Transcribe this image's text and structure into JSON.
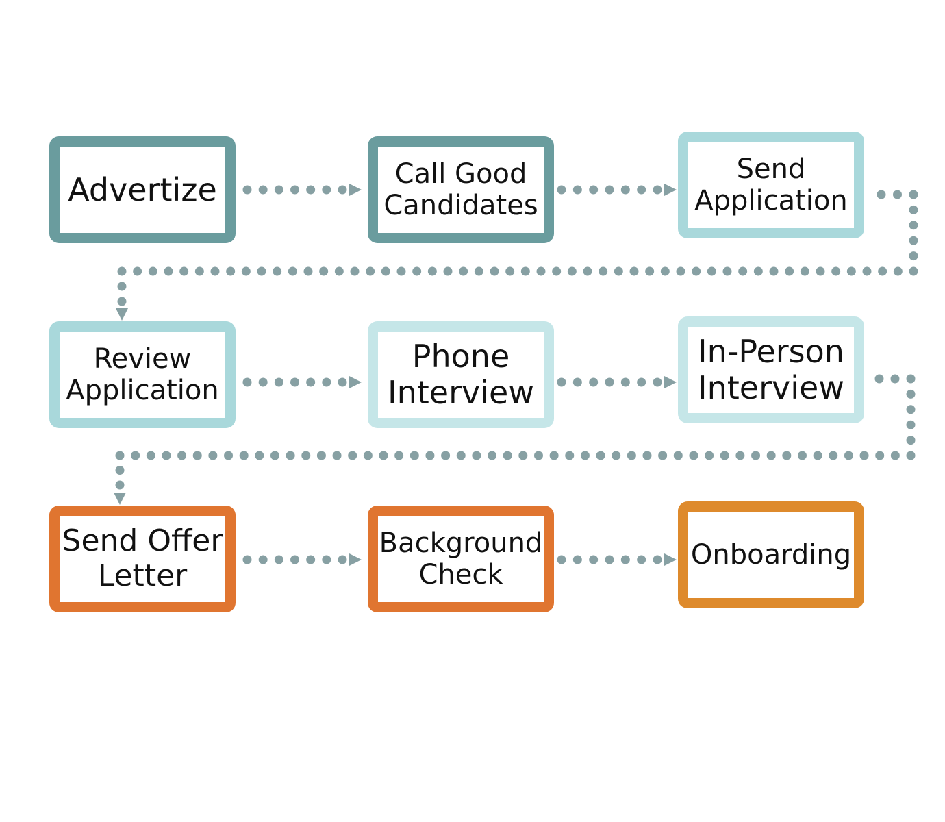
{
  "colors": {
    "dark_teal": "#6a9c9e",
    "light_teal": "#a9d8db",
    "pale_teal": "#c5e6e8",
    "orange": "#e07530",
    "amber": "#de8a2c",
    "connector": "#87a0a3"
  },
  "nodes": [
    {
      "id": "advertize",
      "label": "Advertize",
      "color_key": "dark_teal"
    },
    {
      "id": "call-good-candidates",
      "label": "Call Good\nCandidates",
      "color_key": "dark_teal"
    },
    {
      "id": "send-application",
      "label": "Send\nApplication",
      "color_key": "light_teal"
    },
    {
      "id": "review-application",
      "label": "Review\nApplication",
      "color_key": "light_teal"
    },
    {
      "id": "phone-interview",
      "label": "Phone\nInterview",
      "color_key": "pale_teal"
    },
    {
      "id": "in-person-interview",
      "label": "In-Person\nInterview",
      "color_key": "pale_teal"
    },
    {
      "id": "send-offer-letter",
      "label": "Send Offer\nLetter",
      "color_key": "orange"
    },
    {
      "id": "background-check",
      "label": "Background\nCheck",
      "color_key": "orange"
    },
    {
      "id": "onboarding",
      "label": "Onboarding",
      "color_key": "amber"
    }
  ],
  "edges": [
    {
      "from": "advertize",
      "to": "call-good-candidates"
    },
    {
      "from": "call-good-candidates",
      "to": "send-application"
    },
    {
      "from": "send-application",
      "to": "review-application"
    },
    {
      "from": "review-application",
      "to": "phone-interview"
    },
    {
      "from": "phone-interview",
      "to": "in-person-interview"
    },
    {
      "from": "in-person-interview",
      "to": "send-offer-letter"
    },
    {
      "from": "send-offer-letter",
      "to": "background-check"
    },
    {
      "from": "background-check",
      "to": "onboarding"
    }
  ]
}
